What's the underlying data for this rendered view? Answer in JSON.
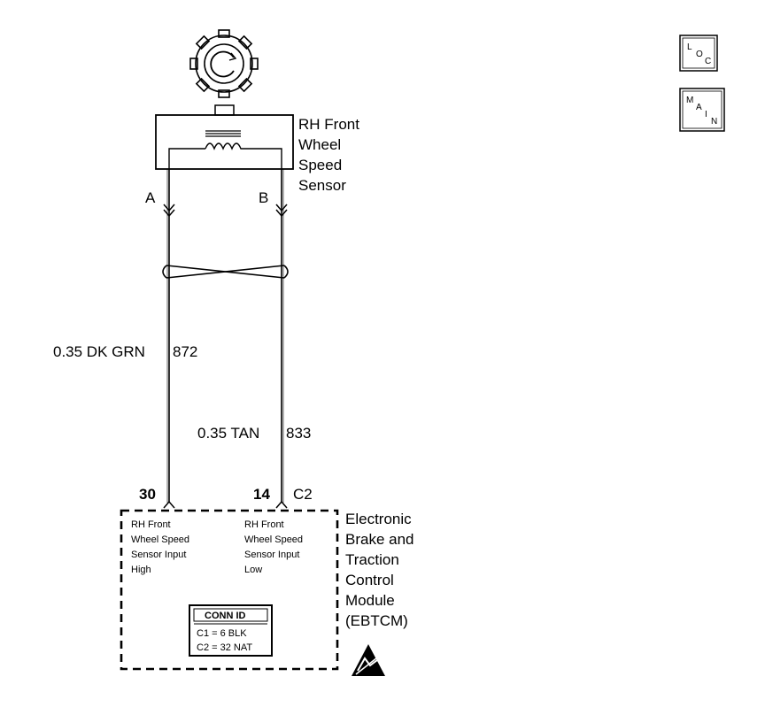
{
  "nav": {
    "loc": {
      "letters": [
        "L",
        "O",
        "C"
      ]
    },
    "main": {
      "letters": [
        "M",
        "A",
        "I",
        "N"
      ]
    }
  },
  "sensor": {
    "label_lines": [
      "RH Front",
      "Wheel",
      "Speed",
      "Sensor"
    ],
    "terminal_a": "A",
    "terminal_b": "B",
    "icon": "tone-wheel-icon"
  },
  "wires": {
    "high": "0.35 DK GRN",
    "high_circuit": "872",
    "low": "0.35 TAN",
    "low_circuit": "833"
  },
  "connector": {
    "pin_high": "30",
    "pin_low": "14",
    "name": "C2"
  },
  "module": {
    "label_lines": [
      "Electronic",
      "Brake and",
      "Traction",
      "Control",
      "Module",
      "(EBTCM)"
    ],
    "input_high_lines": [
      "RH Front",
      "Wheel Speed",
      "Sensor Input",
      "High"
    ],
    "input_low_lines": [
      "RH Front",
      "Wheel Speed",
      "Sensor Input",
      "Low"
    ],
    "conn_id": {
      "title": "CONN ID",
      "rows": [
        "C1 = 6 BLK",
        "C2 = 32 NAT"
      ]
    },
    "esd_icon": "esd-warning-icon"
  }
}
